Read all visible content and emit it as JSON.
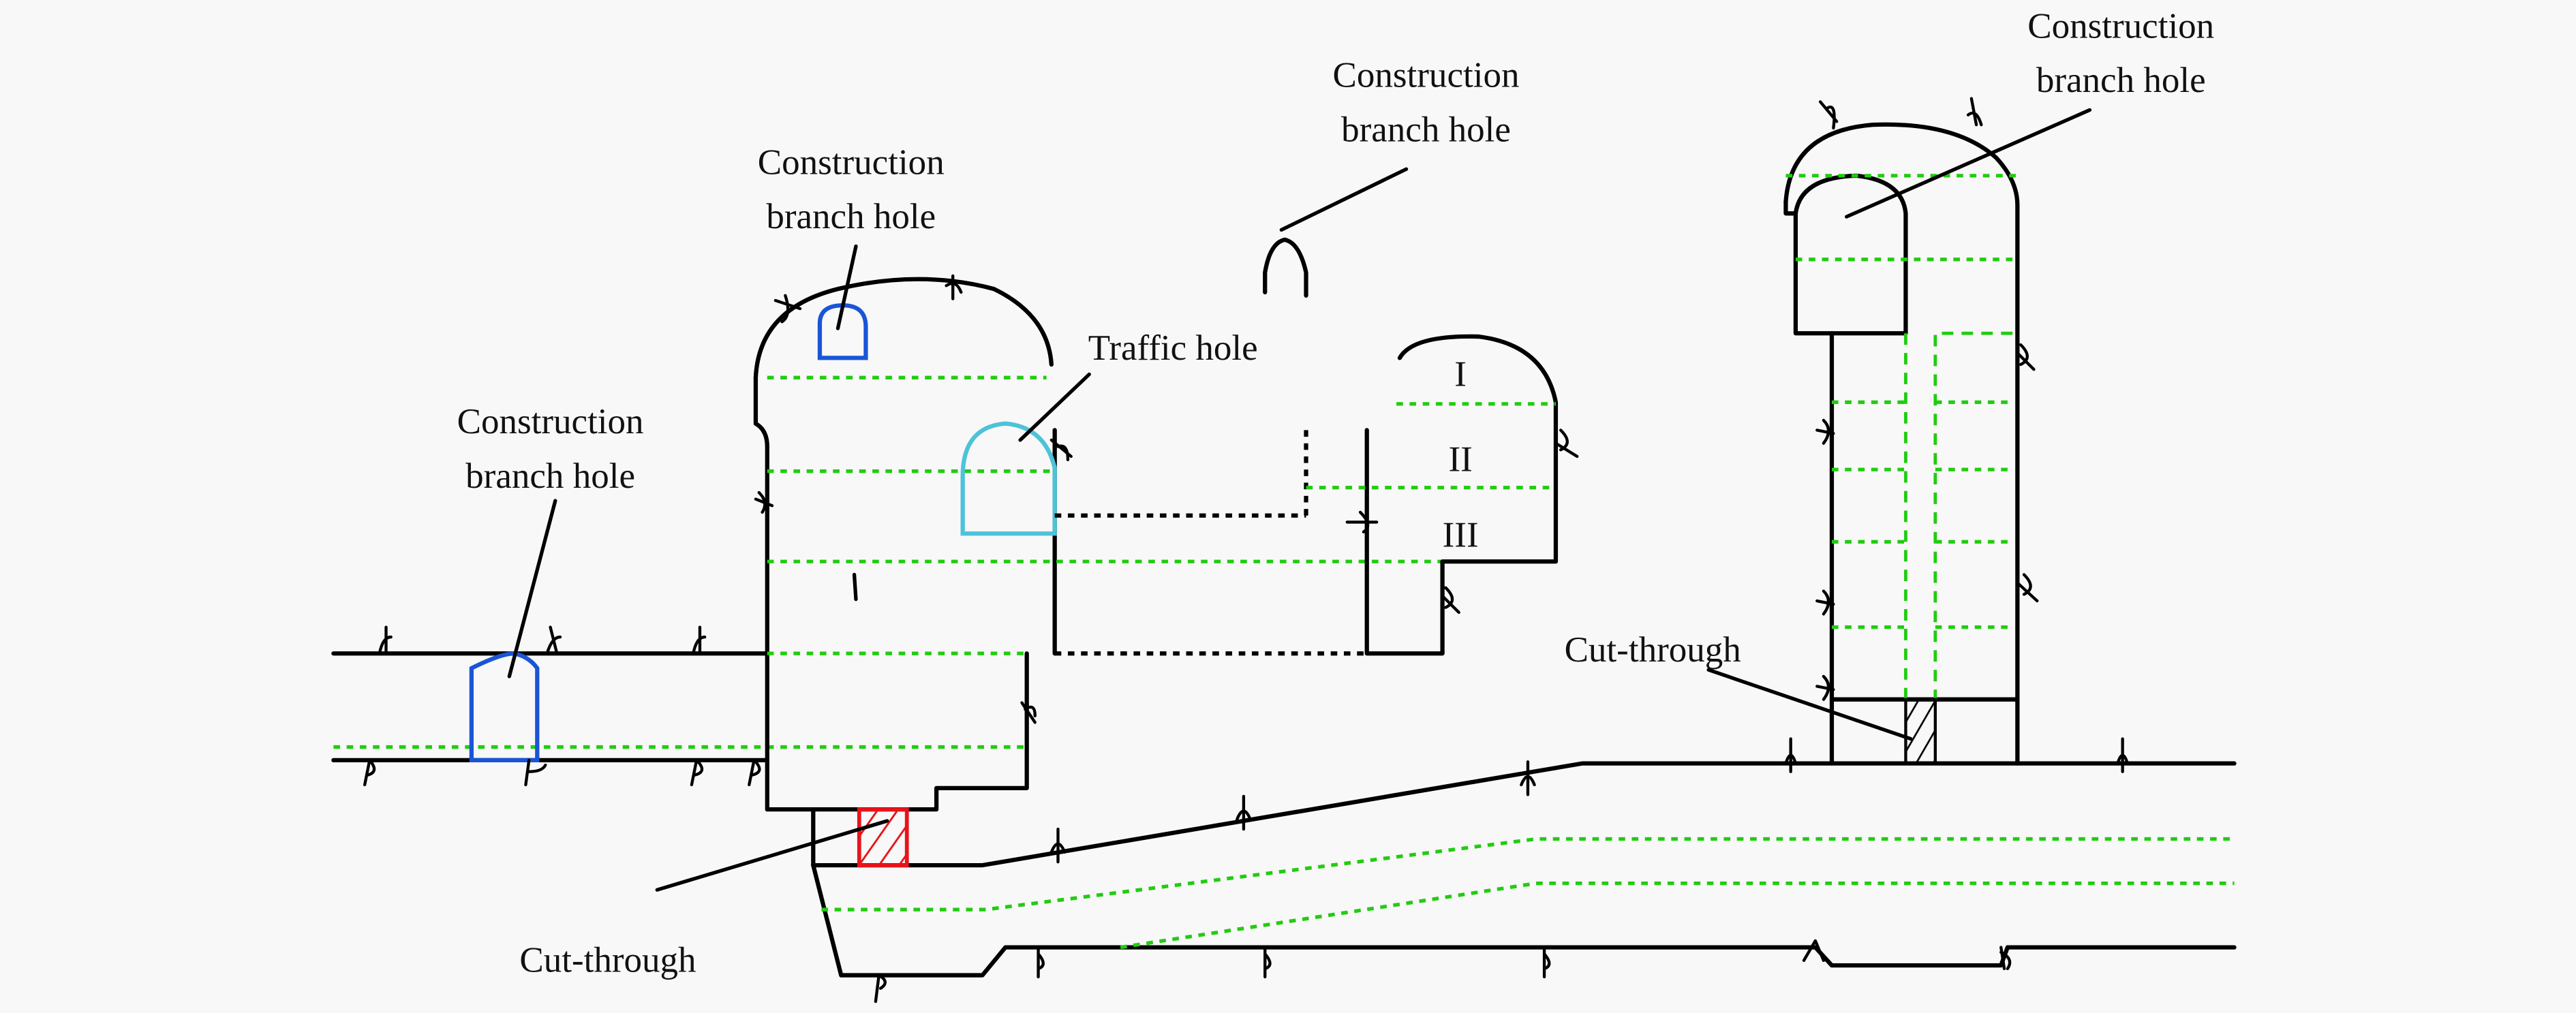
{
  "figure": {
    "type": "tunnel construction layout schematic",
    "colors": {
      "background": "#f8f8f8",
      "lining": "#000000",
      "excavation_step_line": "#22cc11",
      "construction_branch_hole_left": "#1a55d6",
      "traffic_hole": "#4cc3d9",
      "cut_through_hatch_main": "#e8141a",
      "cut_through_hatch_right": "#000000"
    }
  },
  "labels": {
    "branch_hole_left": [
      "Construction",
      "branch hole"
    ],
    "branch_hole_chamber_top": [
      "Construction",
      "branch hole"
    ],
    "branch_hole_mid_top": [
      "Construction",
      "branch hole"
    ],
    "branch_hole_right_tower": [
      "Construction",
      "branch hole"
    ],
    "traffic_hole": "Traffic hole",
    "cut_through_right": "Cut-through",
    "cut_through_bottom": "Cut-through"
  },
  "sections": {
    "bench_labels": [
      "I",
      "II",
      "III"
    ]
  }
}
